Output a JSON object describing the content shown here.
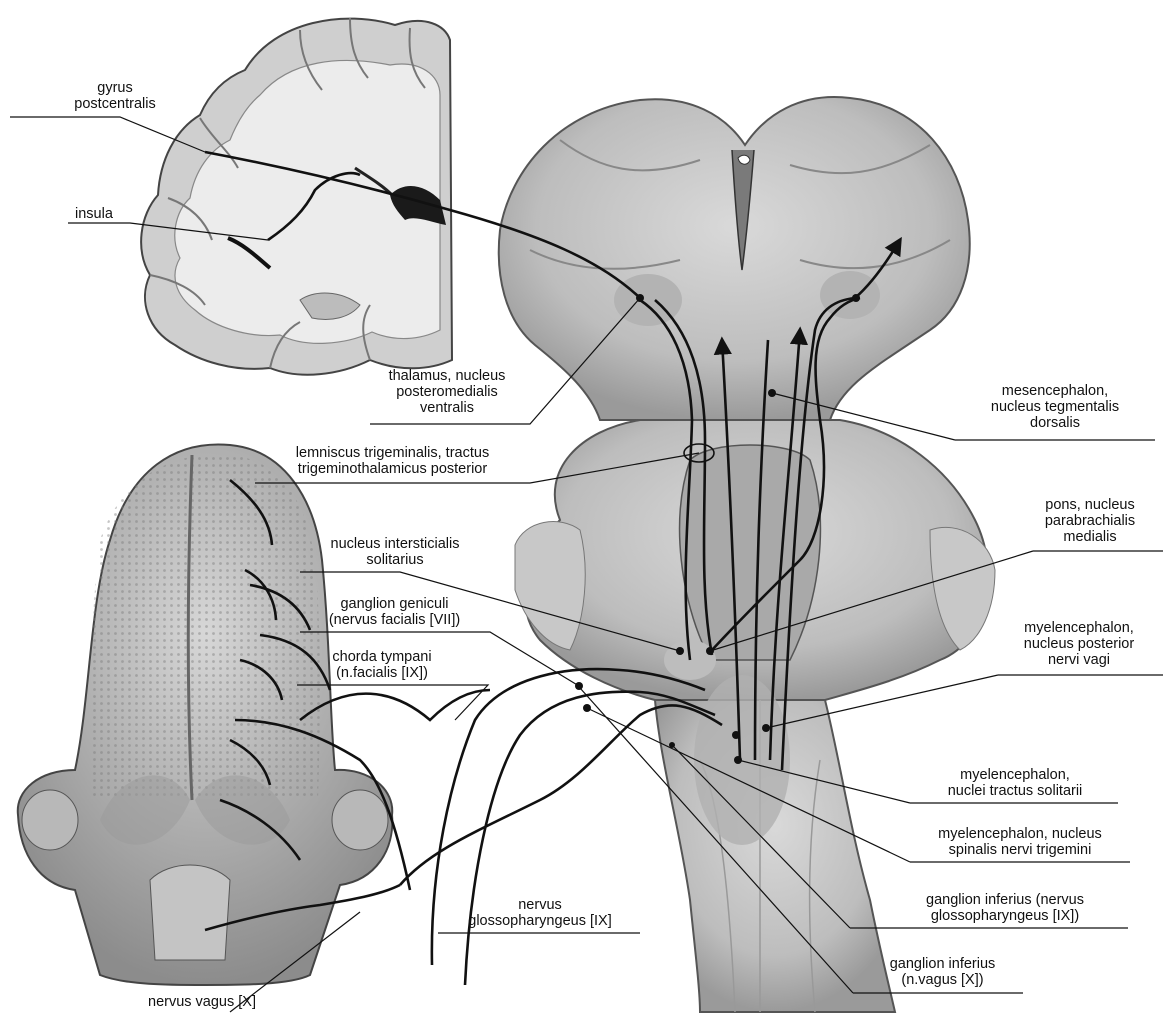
{
  "labels": {
    "gyrus_postcentralis": "gyrus\npostcentralis",
    "insula": "insula",
    "thalamus": "thalamus, nucleus\nposteromedialis\nventralis",
    "lemniscus": "lemniscus trigeminalis, tractus\ntrigeminothalamicus posterior",
    "nucleus_intersticialis": "nucleus intersticialis\nsolitarius",
    "ganglion_geniculi": "ganglion geniculi\n(nervus facialis [VII])",
    "chorda_tympani": "chorda tympani\n(n.facialis [IX])",
    "nervus_glossopharyngeus": "nervus\nglossopharyngeus [IX]",
    "nervus_vagus": "nervus vagus [X]",
    "mesencephalon": "mesencephalon,\nnucleus tegmentalis\ndorsalis",
    "pons": "pons, nucleus\nparabrachialis\nmedialis",
    "myel_posterior": "myelencephalon,\nnucleus posterior\nnervi vagi",
    "myel_tractus": "myelencephalon,\nnuclei tractus solitarii",
    "myel_spinalis": "myelencephalon, nucleus\nspinalis nervi trigemini",
    "ganglion_inferius_ix": "ganglion inferius (nervus\nglossopharyngeus [IX])",
    "ganglion_inferius_x": "ganglion inferius\n(n.vagus [X])"
  }
}
